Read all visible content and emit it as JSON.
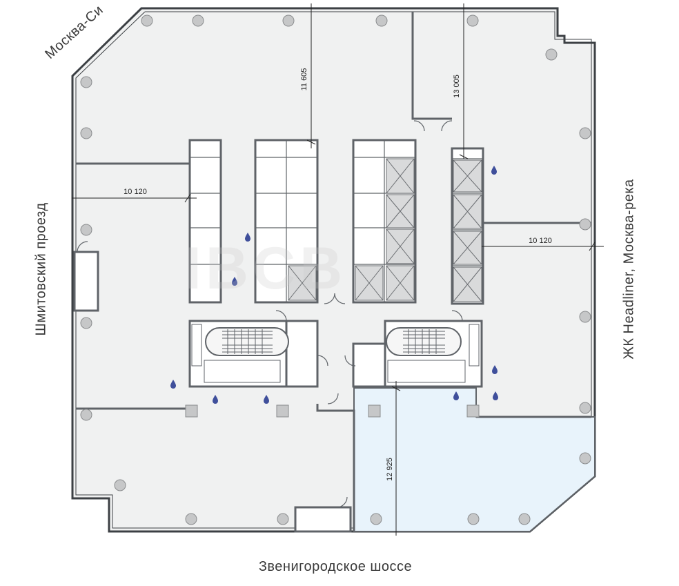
{
  "streets": {
    "bottom": "Звенигородское шоссе",
    "left": "Шмитовский проезд",
    "right": "ЖК Headliner, Москва-река",
    "top_left": "Москва-Си"
  },
  "dimensions": {
    "d1": "11 605",
    "d2": "13 005",
    "d3": "10 120",
    "d4": "10 120",
    "d5": "12 925"
  },
  "colors": {
    "floor": "#f0f1f1",
    "wall": "#5f6368",
    "highlight": "#e8f3fb",
    "column": "#c6c7c8",
    "water": "#3f4f9b"
  }
}
